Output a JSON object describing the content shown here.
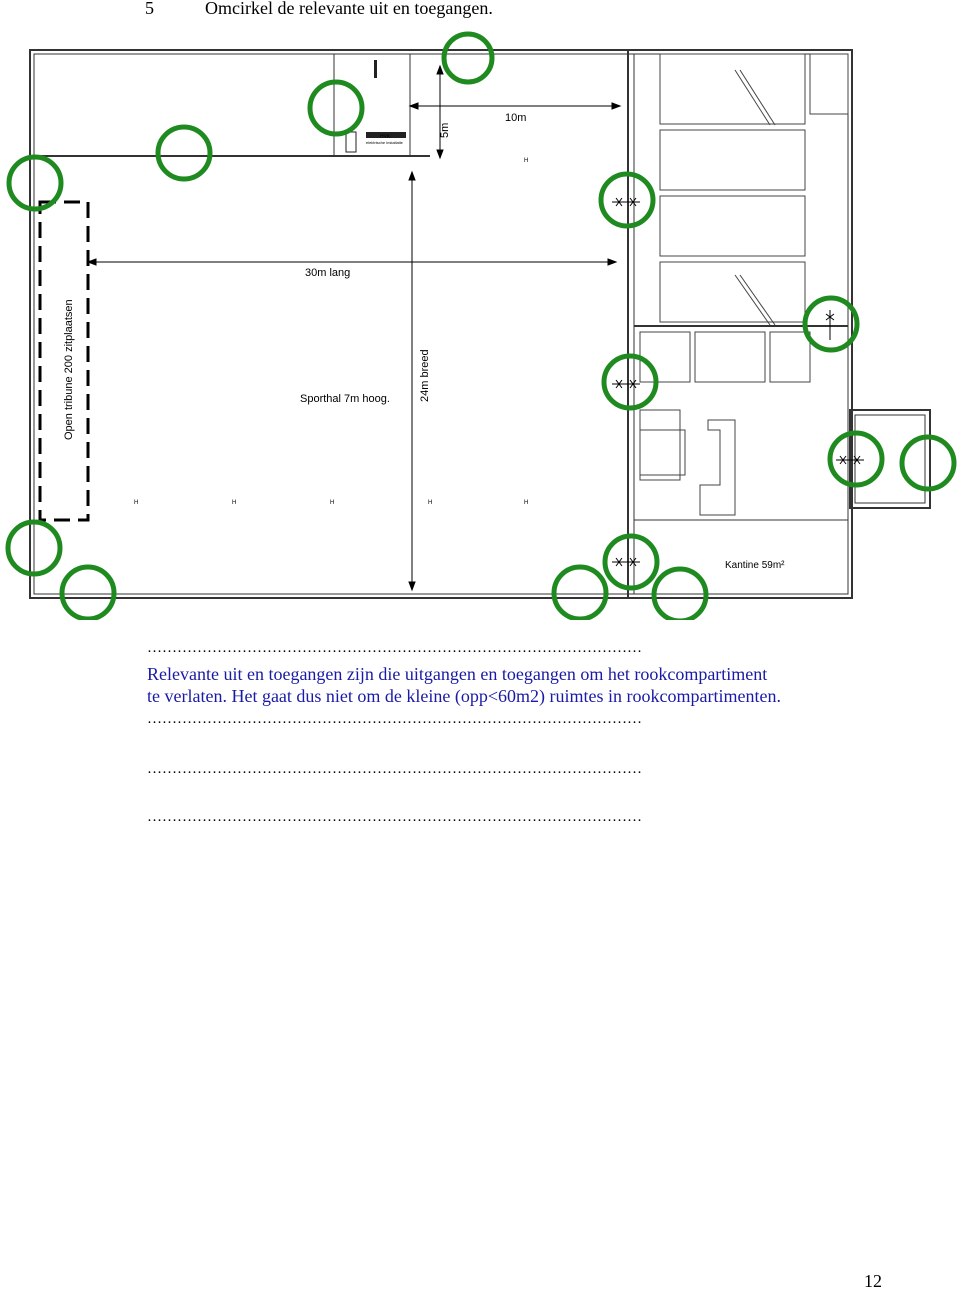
{
  "question": {
    "number": "5",
    "text": "Omcirkel de relevante uit en toegangen."
  },
  "floorplan": {
    "hvk_label": "HVK.",
    "hvk_sublabel": "elektrische installatie",
    "dim_5m": "5m",
    "dim_10m": "10m",
    "dim_30m": "30m lang",
    "dim_24m": "24m breed",
    "tribune": "Open tribune 200 zitplaatsen",
    "sporthal": "Sporthal 7m hoog.",
    "kantine": "Kantine 59m²",
    "marker_color": "#1f8a1f"
  },
  "answer": {
    "dots_top": "………………………………………………………………………………………",
    "line1": "Relevante uit en toegangen zijn die uitgangen en toegangen om het rookcompartiment",
    "line2": "te verlaten. Het gaat dus niet om de kleine (opp<60m2) ruimtes in rookcompartimenten.",
    "dots_1": "………………………………………………………………………………………",
    "dots_2": "………………………………………………………………………………………",
    "dots_3": "………………………………………………………………………………………"
  },
  "page_number": "12"
}
